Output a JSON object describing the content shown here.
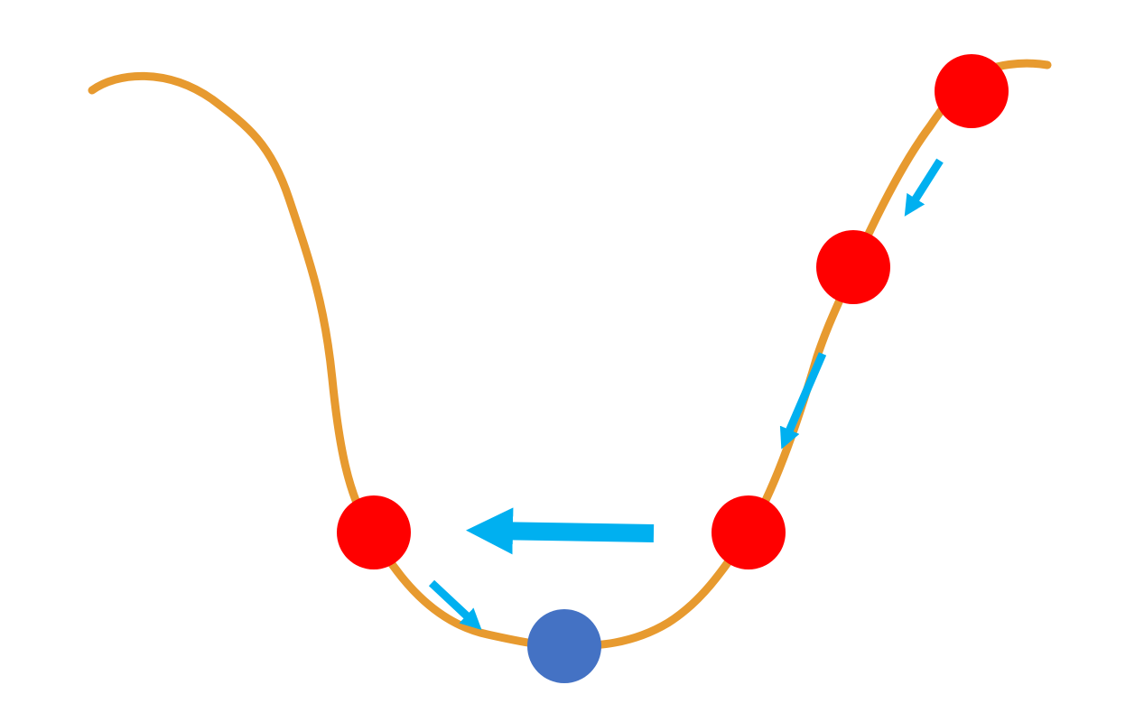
{
  "diagram": {
    "colors": {
      "background": "#ffffff",
      "curve": "#e79a2f",
      "step_point": "#ff0000",
      "minimum_point": "#4472c4",
      "arrow": "#00b0f0"
    },
    "points": [
      {
        "id": "step-1",
        "kind": "step"
      },
      {
        "id": "step-2",
        "kind": "step"
      },
      {
        "id": "step-3",
        "kind": "step"
      },
      {
        "id": "step-4",
        "kind": "step"
      },
      {
        "id": "minimum",
        "kind": "minimum"
      }
    ],
    "arrows": [
      {
        "from": "step-1",
        "to": "step-2"
      },
      {
        "from": "step-2",
        "to": "step-3"
      },
      {
        "from": "step-3",
        "to": "step-4"
      },
      {
        "from": "step-4",
        "to": "minimum"
      }
    ]
  }
}
